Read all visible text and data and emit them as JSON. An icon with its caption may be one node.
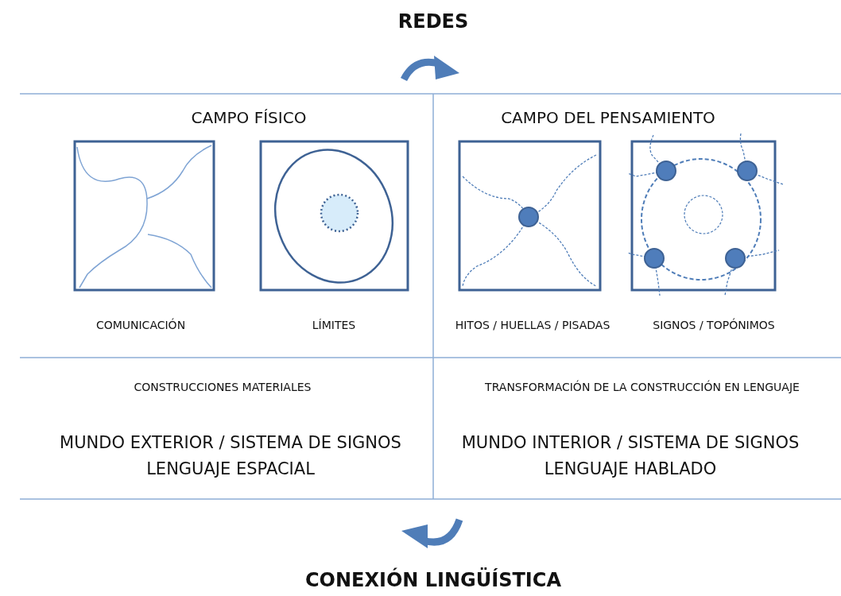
{
  "diagram": {
    "title": "REDES",
    "caption": "CONEXIÓN LINGÜÍSTICA",
    "labels": [
      "CAMPO FÍSICO",
      "CAMPO DEL PENSAMIENTO",
      "COMUNICACIÓN",
      "LÍMITES",
      "HITOS / HUELLAS / PISADAS",
      "SIGNOS / TOPÓNIMOS",
      "CONSTRUCCIONES MATERIALES",
      "TRANSFORMACIÓN DE LA CONSTRUCCIÓN EN LENGUAJE",
      "MUNDO EXTERIOR / SISTEMA DE SIGNOS",
      "LENGUAJE ESPACIAL",
      "MUNDO INTERIOR / SISTEMA DE SIGNOS",
      "LENGUAJE HABLADO"
    ]
  }
}
